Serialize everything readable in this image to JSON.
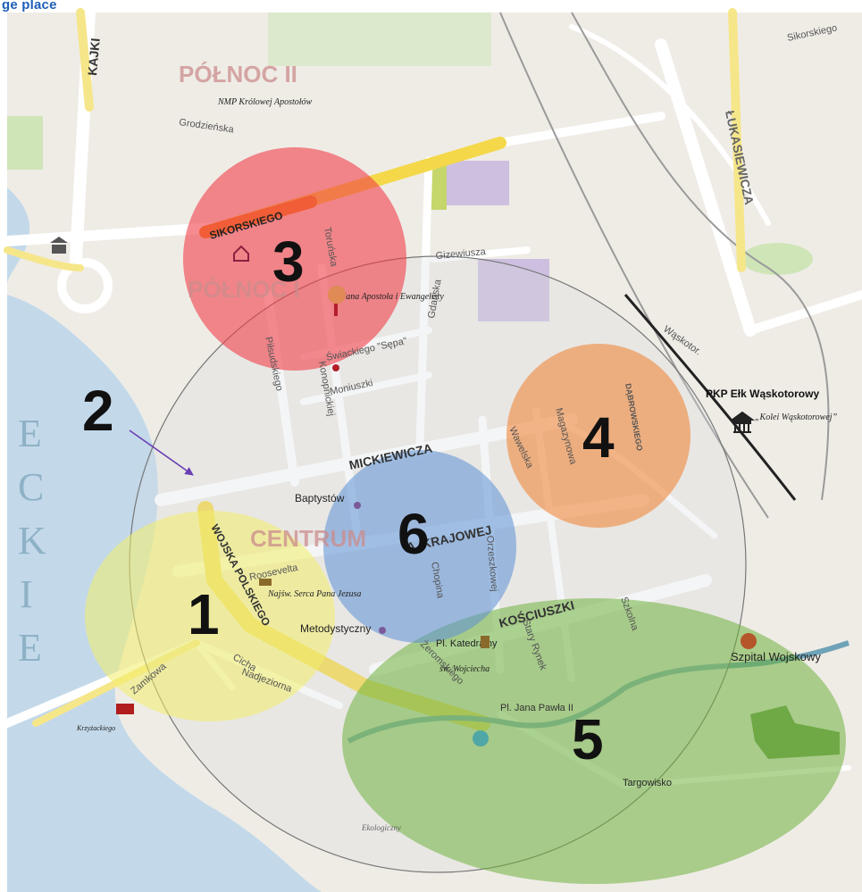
{
  "header": {
    "title": "ge place"
  },
  "districts": {
    "polnoc2": "PÓŁNOC II",
    "polnoc1": "PÓŁNOC I",
    "centrum": "CENTRUM"
  },
  "lake_letters": [
    "E",
    "C",
    "K",
    "I",
    "E"
  ],
  "streets": {
    "kajki": "KAJKI",
    "sikorskiego": "SIKORSKIEGO",
    "sikorskiego_top": "Sikorskiego",
    "lukasiewicza": "ŁUKASIEWICZA",
    "mickiewicza": "MICKIEWICZA",
    "armii_krajowej": "A. KRAJOWEJ",
    "wojska_polskiego": "WOJSKA POLSKIEGO",
    "kosciuszki": "KOŚCIUSZKI",
    "dabrowskiego": "DĄBROWSKIEGO",
    "gizewiusza": "Gizewiusza",
    "gdanska": "Gdańska",
    "torunska": "Toruńska",
    "pilsudskiego": "Piłsudskiego",
    "sepa": "Świackiego \"Sępa\"",
    "moniuszki": "Moniuszki",
    "konopnickiej": "Konopnickiej",
    "zamkowa": "Zamkowa",
    "cicha": "Cicha",
    "nadjeziorna": "Nadjeziorna",
    "roosevelta": "Roosevelta",
    "chopina": "Chopina",
    "orzeszkowej": "Orzeszkowej",
    "zeromskiego": "Żeromskiego",
    "stary_rynek": "Stary Rynek",
    "szkolna": "Szkolna",
    "magazynowa": "Magazynowa",
    "wawelska": "Wawelska",
    "waska": "Wąskotor.",
    "grodzienska": "Grodzieńska"
  },
  "pois": {
    "nmp": "NMP Królowej Apostołów",
    "jana": "św. Jana Apostoła i Ewangelisty",
    "serca": "Najśw. Serca Pana Jezusa",
    "baptystow": "Baptystów",
    "metodystyczny": "Metodystyczny",
    "katedralny": "Pl. Katedralny",
    "wojciecha": "św. Wojciecha",
    "jana_pawla": "Pl. Jana Pawła II",
    "szpital": "Szpital Wojskowy",
    "targowisko": "Targowisko",
    "pkp": "PKP Ełk Wąskotorowy",
    "kolei": "„Kolei Wąskotorowej”",
    "krzyzackiego": "Krzyżackiego",
    "ekologiczny": "Ekologiczny"
  },
  "zones": [
    {
      "label": "1",
      "color": "#f2ee6a"
    },
    {
      "label": "2",
      "color": "#cfd2d6"
    },
    {
      "label": "3",
      "color": "#f0404a"
    },
    {
      "label": "4",
      "color": "#f08a40"
    },
    {
      "label": "5",
      "color": "#6fb23e"
    },
    {
      "label": "6",
      "color": "#5b8fd6"
    }
  ],
  "colors": {
    "water": "#c3d9ea",
    "land": "#efece6",
    "road": "#ffffff",
    "main_road": "#f4d84a",
    "park": "#cfe5b8"
  }
}
